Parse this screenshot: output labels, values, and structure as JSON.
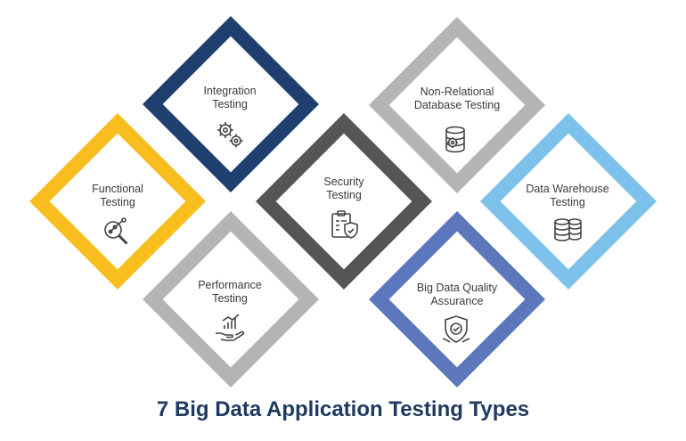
{
  "title": "7 Big Data Application Testing Types",
  "colors": {
    "navy": "#1f3f6e",
    "gold": "#f8be1d",
    "dark_gray": "#555555",
    "light_gray": "#b4b4b4",
    "sky_blue": "#7cc2ea",
    "periwinkle": "#5d77bd",
    "icon": "#444444"
  },
  "items": [
    {
      "label": "Integration\nTesting",
      "icon": "gears-icon",
      "color": "navy"
    },
    {
      "label": "Functional\nTesting",
      "icon": "magnifier-network-icon",
      "color": "gold"
    },
    {
      "label": "Security\nTesting",
      "icon": "clipboard-shield-icon",
      "color": "dark_gray"
    },
    {
      "label": "Performance\nTesting",
      "icon": "hand-chart-icon",
      "color": "light_gray"
    },
    {
      "label": "Non-Relational\nDatabase Testing",
      "icon": "database-gear-icon",
      "color": "light_gray"
    },
    {
      "label": "Data Warehouse\nTesting",
      "icon": "database-stack-icon",
      "color": "sky_blue"
    },
    {
      "label": "Big Data Quality\nAssurance",
      "icon": "badge-check-icon",
      "color": "periwinkle"
    }
  ]
}
